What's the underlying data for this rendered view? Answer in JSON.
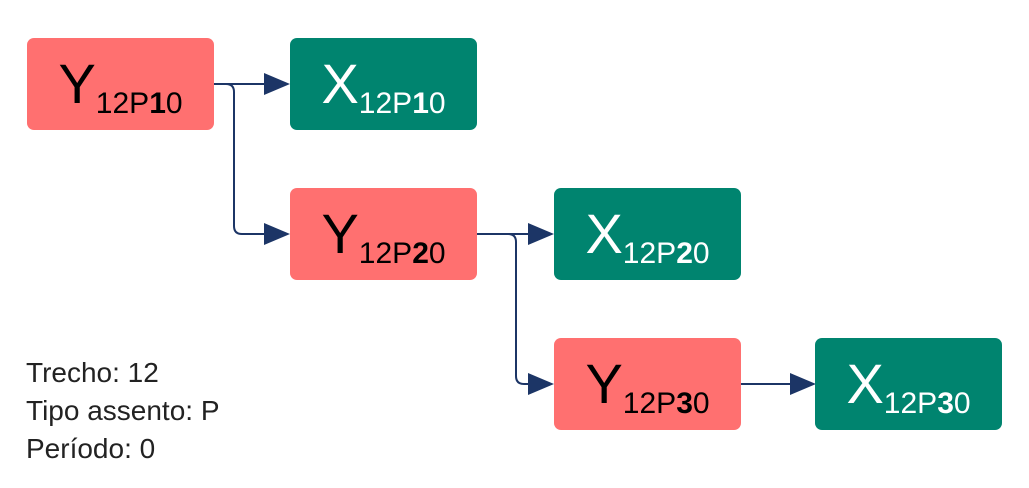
{
  "colors": {
    "y_node": "#ff7070",
    "x_node": "#00846f",
    "arrow": "#1c3566"
  },
  "nodes": {
    "y1": {
      "letter": "Y",
      "sub_pre": "12P",
      "sub_bold": "1",
      "sub_post": "0"
    },
    "x1": {
      "letter": "X",
      "sub_pre": "12P",
      "sub_bold": "1",
      "sub_post": "0"
    },
    "y2": {
      "letter": "Y",
      "sub_pre": "12P",
      "sub_bold": "2",
      "sub_post": "0"
    },
    "x2": {
      "letter": "X",
      "sub_pre": "12P",
      "sub_bold": "2",
      "sub_post": "0"
    },
    "y3": {
      "letter": "Y",
      "sub_pre": "12P",
      "sub_bold": "3",
      "sub_post": "0"
    },
    "x3": {
      "letter": "X",
      "sub_pre": "12P",
      "sub_bold": "3",
      "sub_post": "0"
    }
  },
  "legend": {
    "trecho": "Trecho: 12",
    "tipo_assento": "Tipo assento: P",
    "periodo": "Período: 0"
  }
}
